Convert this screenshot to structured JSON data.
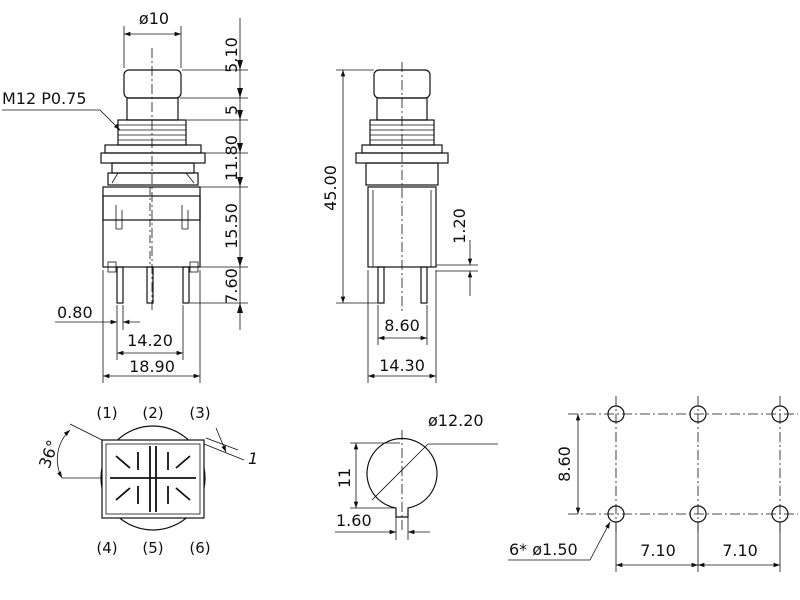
{
  "front_view": {
    "dims": {
      "top_width": "ø10",
      "thread": "M12 P0.75",
      "v1": "5.10",
      "v2": "5",
      "v3": "11.80",
      "v4": "15.50",
      "v5": "7.60",
      "pin_thk": "0.80",
      "pin_pitch": "14.20",
      "body_width": "18.90"
    }
  },
  "side_view": {
    "dims": {
      "height": "45.00",
      "offset": "1.20",
      "pin_span": "8.60",
      "body_width": "14.30"
    }
  },
  "bottom_view": {
    "pins": [
      "(1)",
      "(2)",
      "(3)",
      "(4)",
      "(5)",
      "(6)"
    ],
    "angle": "36°",
    "gap": "1"
  },
  "panel_cutout": {
    "dims": {
      "diameter": "ø12.20",
      "flat": "11",
      "key": "1.60"
    }
  },
  "pcb_layout": {
    "dims": {
      "row_pitch": "8.60",
      "hole_spec": "6* ø1.50",
      "col_pitch_1": "7.10",
      "col_pitch_2": "7.10"
    }
  }
}
